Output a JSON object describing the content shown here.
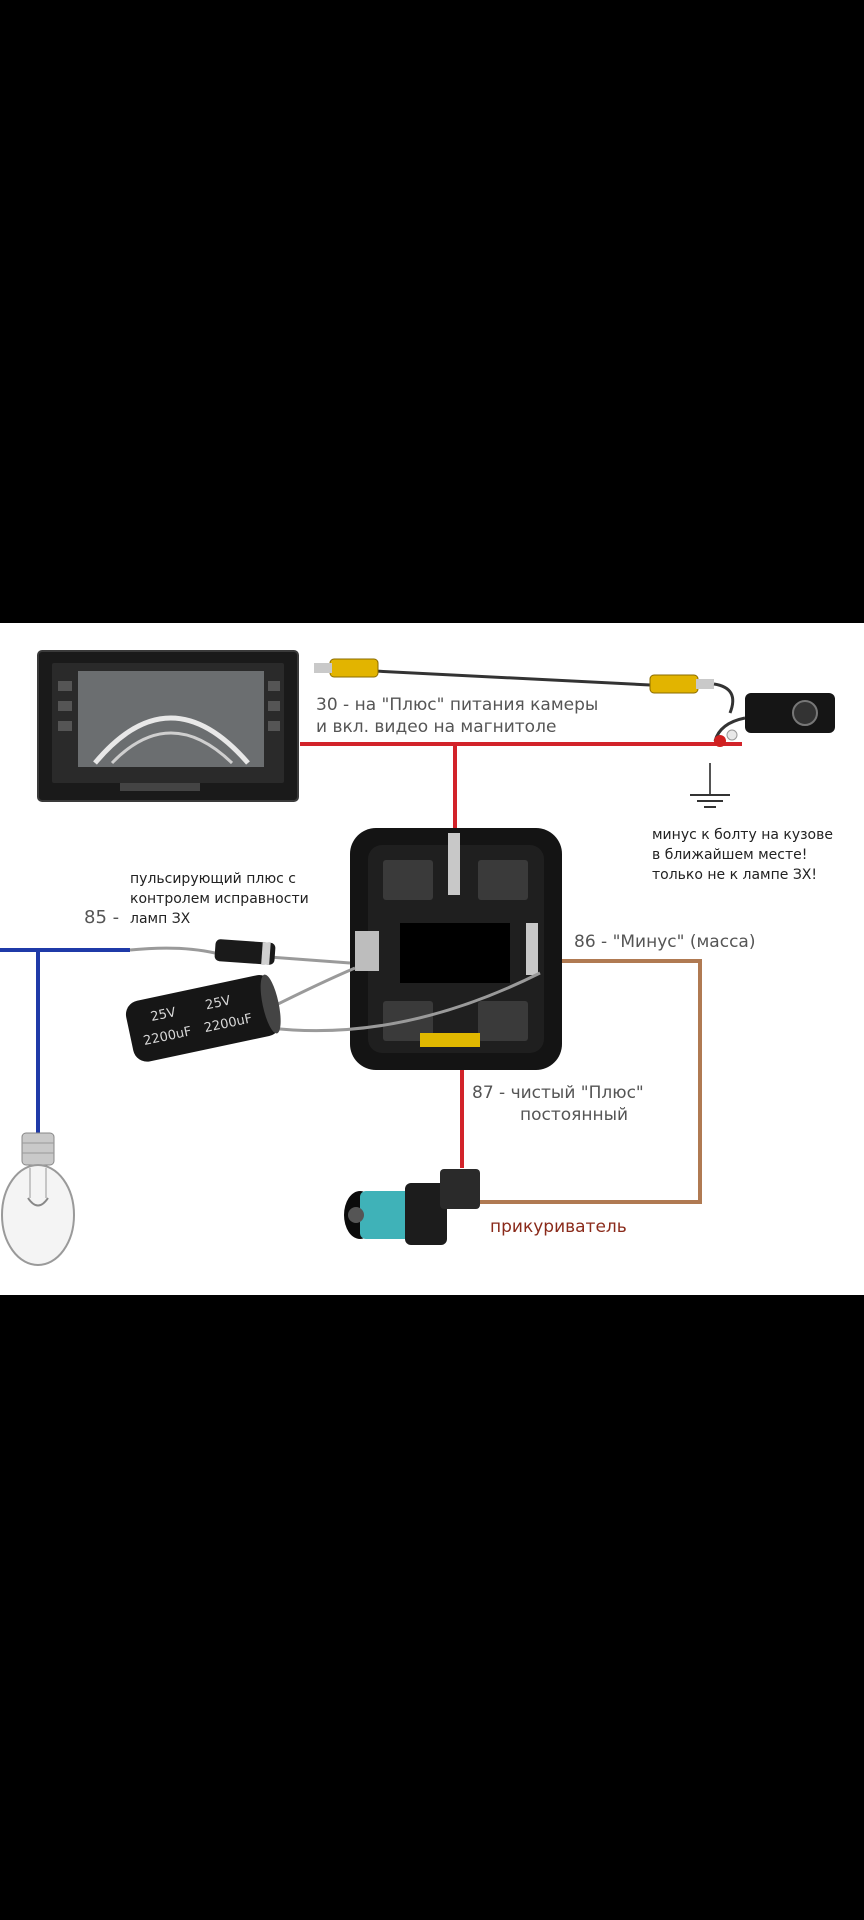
{
  "labels": {
    "pin30_line1": "30 - на \"Плюс\" питания камеры",
    "pin30_line2": "и вкл. видео на магнитоле",
    "ground_line1": "минус к болту на кузове",
    "ground_line2": "в ближайшем месте!",
    "ground_line3": "только не к лампе ЗХ!",
    "pulse_line1": "пульсирующий плюс с",
    "pulse_line2": "контролем исправности",
    "pulse_line3": "ламп ЗХ",
    "pin85": "85 -",
    "pin86": "86 - \"Минус\" (масса)",
    "pin87_line1": "87 - чистый \"Плюс\"",
    "pin87_line2": "постоянный",
    "lighter": "прикуриватель"
  },
  "capacitor": {
    "voltage_a": "25V",
    "voltage_b": "25V",
    "capacitance_a": "2200uF",
    "capacitance_b": "2200uF"
  },
  "colors": {
    "background_top": "#000000",
    "diagram_bg": "#ffffff",
    "wire_red": "#d2232a",
    "wire_blue": "#1f3aa8",
    "wire_brown": "#b07a52",
    "label_gray": "#555555"
  }
}
